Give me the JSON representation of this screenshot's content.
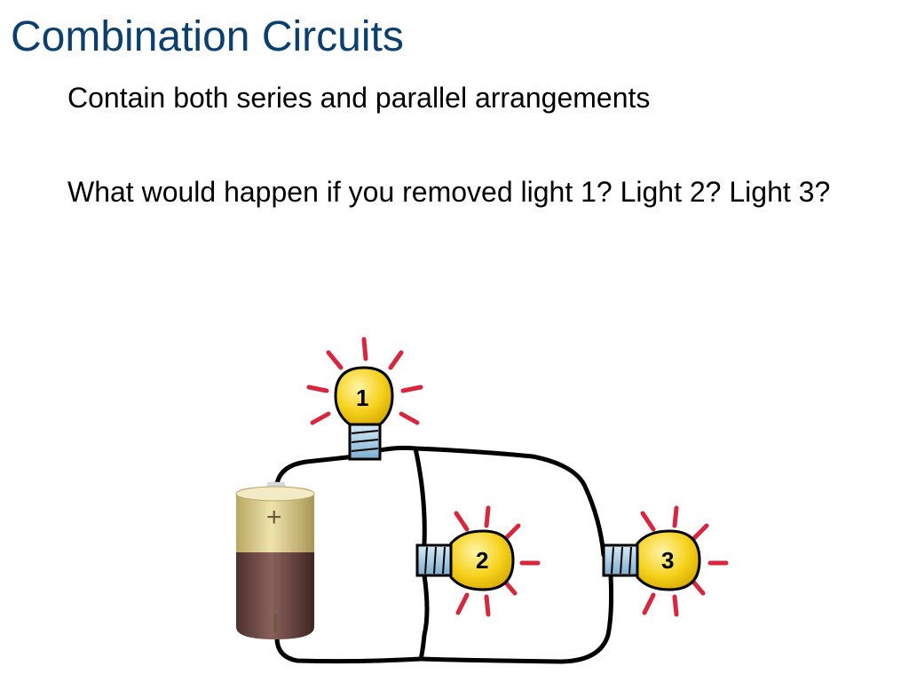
{
  "slide": {
    "title": "Combination Circuits",
    "bullets": [
      "Contain both series and parallel arrangements",
      "What would happen if you removed light 1? Light 2? Light 3?"
    ]
  },
  "diagram": {
    "bulbs": [
      {
        "label": "1"
      },
      {
        "label": "2"
      },
      {
        "label": "3"
      }
    ],
    "battery": {
      "positive": "+",
      "negative": "I"
    },
    "colors": {
      "title": "#0b3f6e",
      "bulb_glass": "#f5d21f",
      "bulb_base": "#9fc7e6",
      "rays": "#d7263d",
      "battery_top": "#d9c98a",
      "battery_bottom": "#6e4a45",
      "wire": "#000000"
    }
  }
}
